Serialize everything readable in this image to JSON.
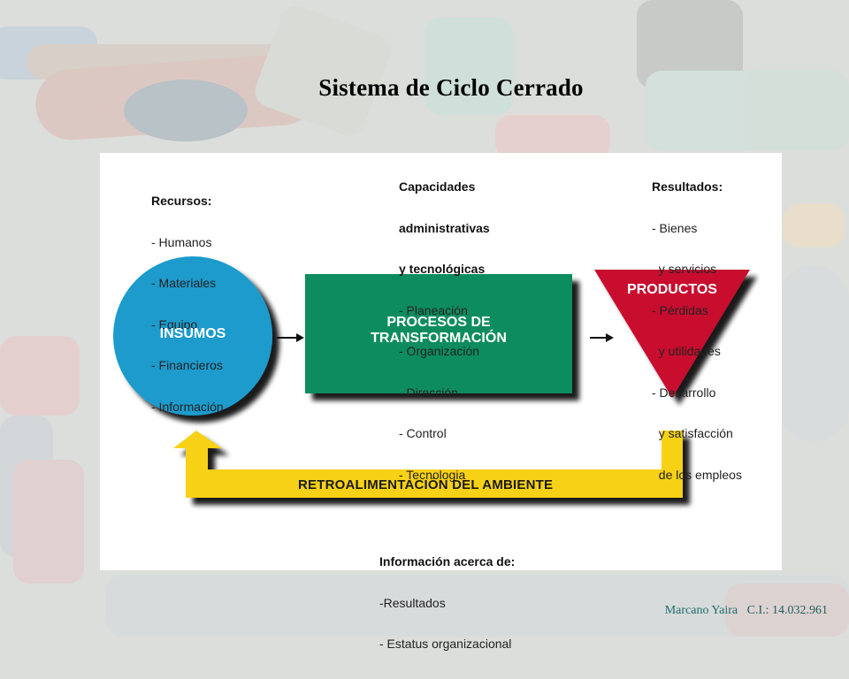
{
  "slide": {
    "title": "Sistema de Ciclo Cerrado",
    "footer": {
      "author": "Marcano Yaira",
      "id_label": "C.I.: 14.032.961"
    }
  },
  "diagram": {
    "inputs": {
      "shape": "circle",
      "label": "INSUMOS",
      "color": "#1b9bcc",
      "heading": "Recursos:",
      "items": [
        "- Humanos",
        "- Materiales",
        "- Equipo",
        "- Financieros",
        "- Información"
      ]
    },
    "process": {
      "shape": "rectangle",
      "label_line1": "PROCESOS DE",
      "label_line2": "TRANSFORMACIÓN",
      "color": "#0e8c5f",
      "heading_line1": "Capacidades",
      "heading_line2": "administrativas",
      "heading_line3": "y tecnológicas",
      "items": [
        "- Planeación",
        "- Organización",
        "- Dirección",
        "- Control",
        "- Tecnologia"
      ]
    },
    "outputs": {
      "shape": "inverted-triangle",
      "label": "PRODUCTOS",
      "color": "#c8102e",
      "heading": "Resultados:",
      "items": [
        "- Bienes",
        "  y servicios",
        "- Pérdidas",
        "  y utilidades",
        "- Desarrollo",
        "  y satisfacción",
        "  de los empleos"
      ]
    },
    "feedback": {
      "label": "RETROALIMENTACIÓN DEL AMBIENTE",
      "color": "#f7d117",
      "heading": "Información acerca de:",
      "items": [
        "-Resultados",
        "- Estatus organizacional"
      ]
    },
    "arrows": [
      {
        "from": "INSUMOS",
        "to": "PROCESOS DE TRANSFORMACIÓN"
      },
      {
        "from": "PROCESOS DE TRANSFORMACIÓN",
        "to": "PRODUCTOS"
      },
      {
        "from": "PRODUCTOS",
        "to": "INSUMOS",
        "via": "RETROALIMENTACIÓN DEL AMBIENTE"
      }
    ]
  }
}
